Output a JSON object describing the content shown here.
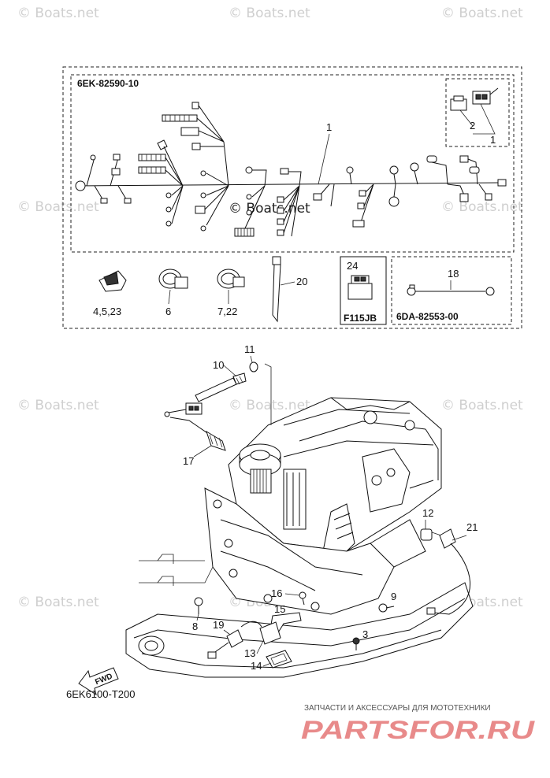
{
  "watermark": "© Boats.net",
  "box_codes": {
    "harness_kit": "6EK-82590-10",
    "lead_kit": "6DA-82553-00",
    "model": "F115JB"
  },
  "callouts": {
    "p1": "1",
    "p1b": "1",
    "p2": "2",
    "p3": "3",
    "p4523": "4,5,23",
    "p6": "6",
    "p722": "7,22",
    "p8": "8",
    "p9": "9",
    "p10": "10",
    "p11": "11",
    "p12": "12",
    "p13": "13",
    "p14": "14",
    "p15": "15",
    "p16": "16",
    "p17": "17",
    "p18": "18",
    "p19": "19",
    "p20": "20",
    "p21": "21",
    "p24": "24"
  },
  "fwd_label": "FWD",
  "diagram_code": "6EK6100-T200",
  "brand": {
    "tagline": "ЗАПЧАСТИ И АКСЕССУАРЫ ДЛЯ МОТОТЕХНИКИ",
    "logo": "PARTSFOR.RU"
  }
}
